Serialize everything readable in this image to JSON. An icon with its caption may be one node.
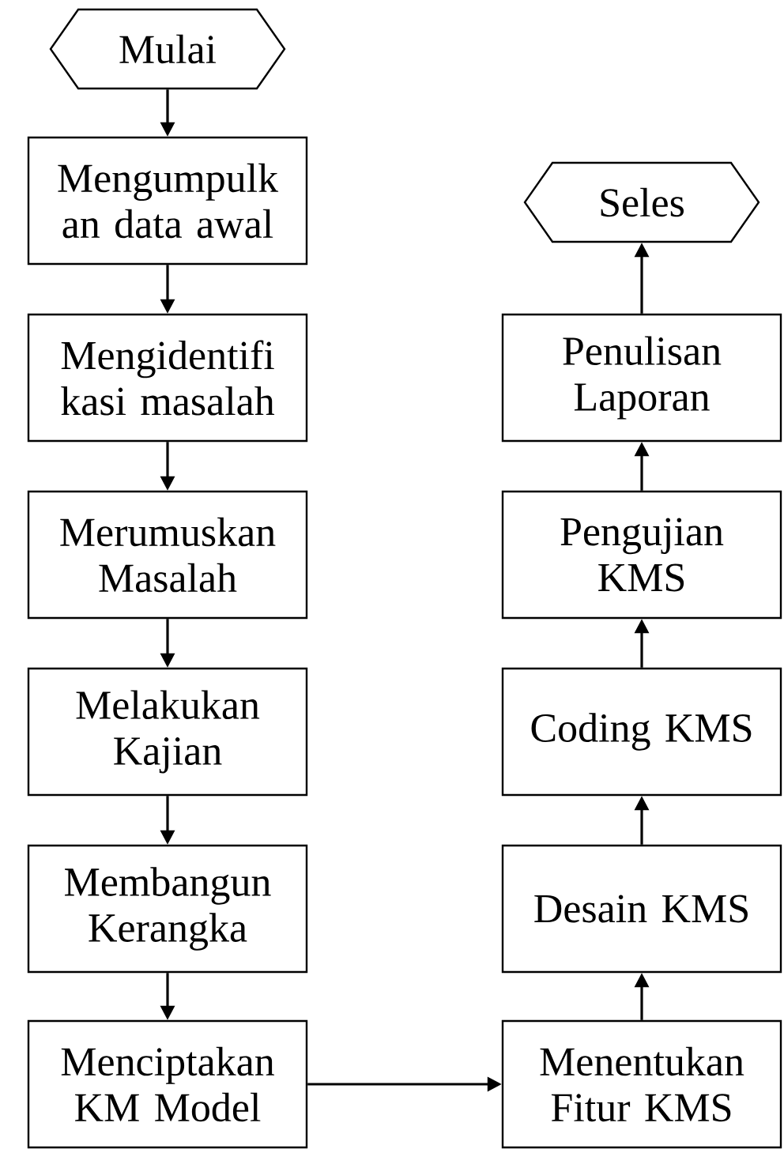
{
  "diagram": {
    "nodes": [
      {
        "text": [
          "Mulai"
        ]
      },
      {
        "text": [
          "Mengumpulk an data awal"
        ]
      },
      {
        "text": [
          "Mengidentifi kasi masalah"
        ]
      },
      {
        "text": [
          "Merumuskan Masalah"
        ]
      },
      {
        "text": [
          "Melakukan Kajian"
        ]
      },
      {
        "text": [
          "Membangun Kerangka"
        ]
      },
      {
        "text": [
          "Menciptakan KM Model"
        ]
      },
      {
        "text": [
          "Menentukan Fitur KMS"
        ]
      },
      {
        "text": [
          "Desain KMS"
        ]
      },
      {
        "text": [
          "Coding KMS"
        ]
      },
      {
        "text": [
          "Pengujian KMS"
        ]
      },
      {
        "text": [
          "Penulisan Laporan"
        ]
      },
      {
        "text": [
          "Seles"
        ]
      }
    ],
    "edges": [
      {
        "from": 0,
        "to": 1,
        "arrow": "to"
      },
      {
        "from": 1,
        "to": 2,
        "arrow": "to"
      },
      {
        "from": 2,
        "to": 3,
        "arrow": "to"
      },
      {
        "from": 3,
        "to": 4,
        "arrow": "to"
      },
      {
        "from": 4,
        "to": 5,
        "arrow": "to"
      },
      {
        "from": 5,
        "to": 6,
        "arrow": "to"
      },
      {
        "from": 6,
        "to": 7,
        "arrow": "to"
      },
      {
        "from": 7,
        "to": 8,
        "arrow": "to"
      },
      {
        "from": 8,
        "to": 9,
        "arrow": "to"
      },
      {
        "from": 9,
        "to": 10,
        "arrow": "to"
      },
      {
        "from": 10,
        "to": 11,
        "arrow": "to"
      },
      {
        "from": 11,
        "to": 12,
        "arrow": "to"
      }
    ]
  }
}
